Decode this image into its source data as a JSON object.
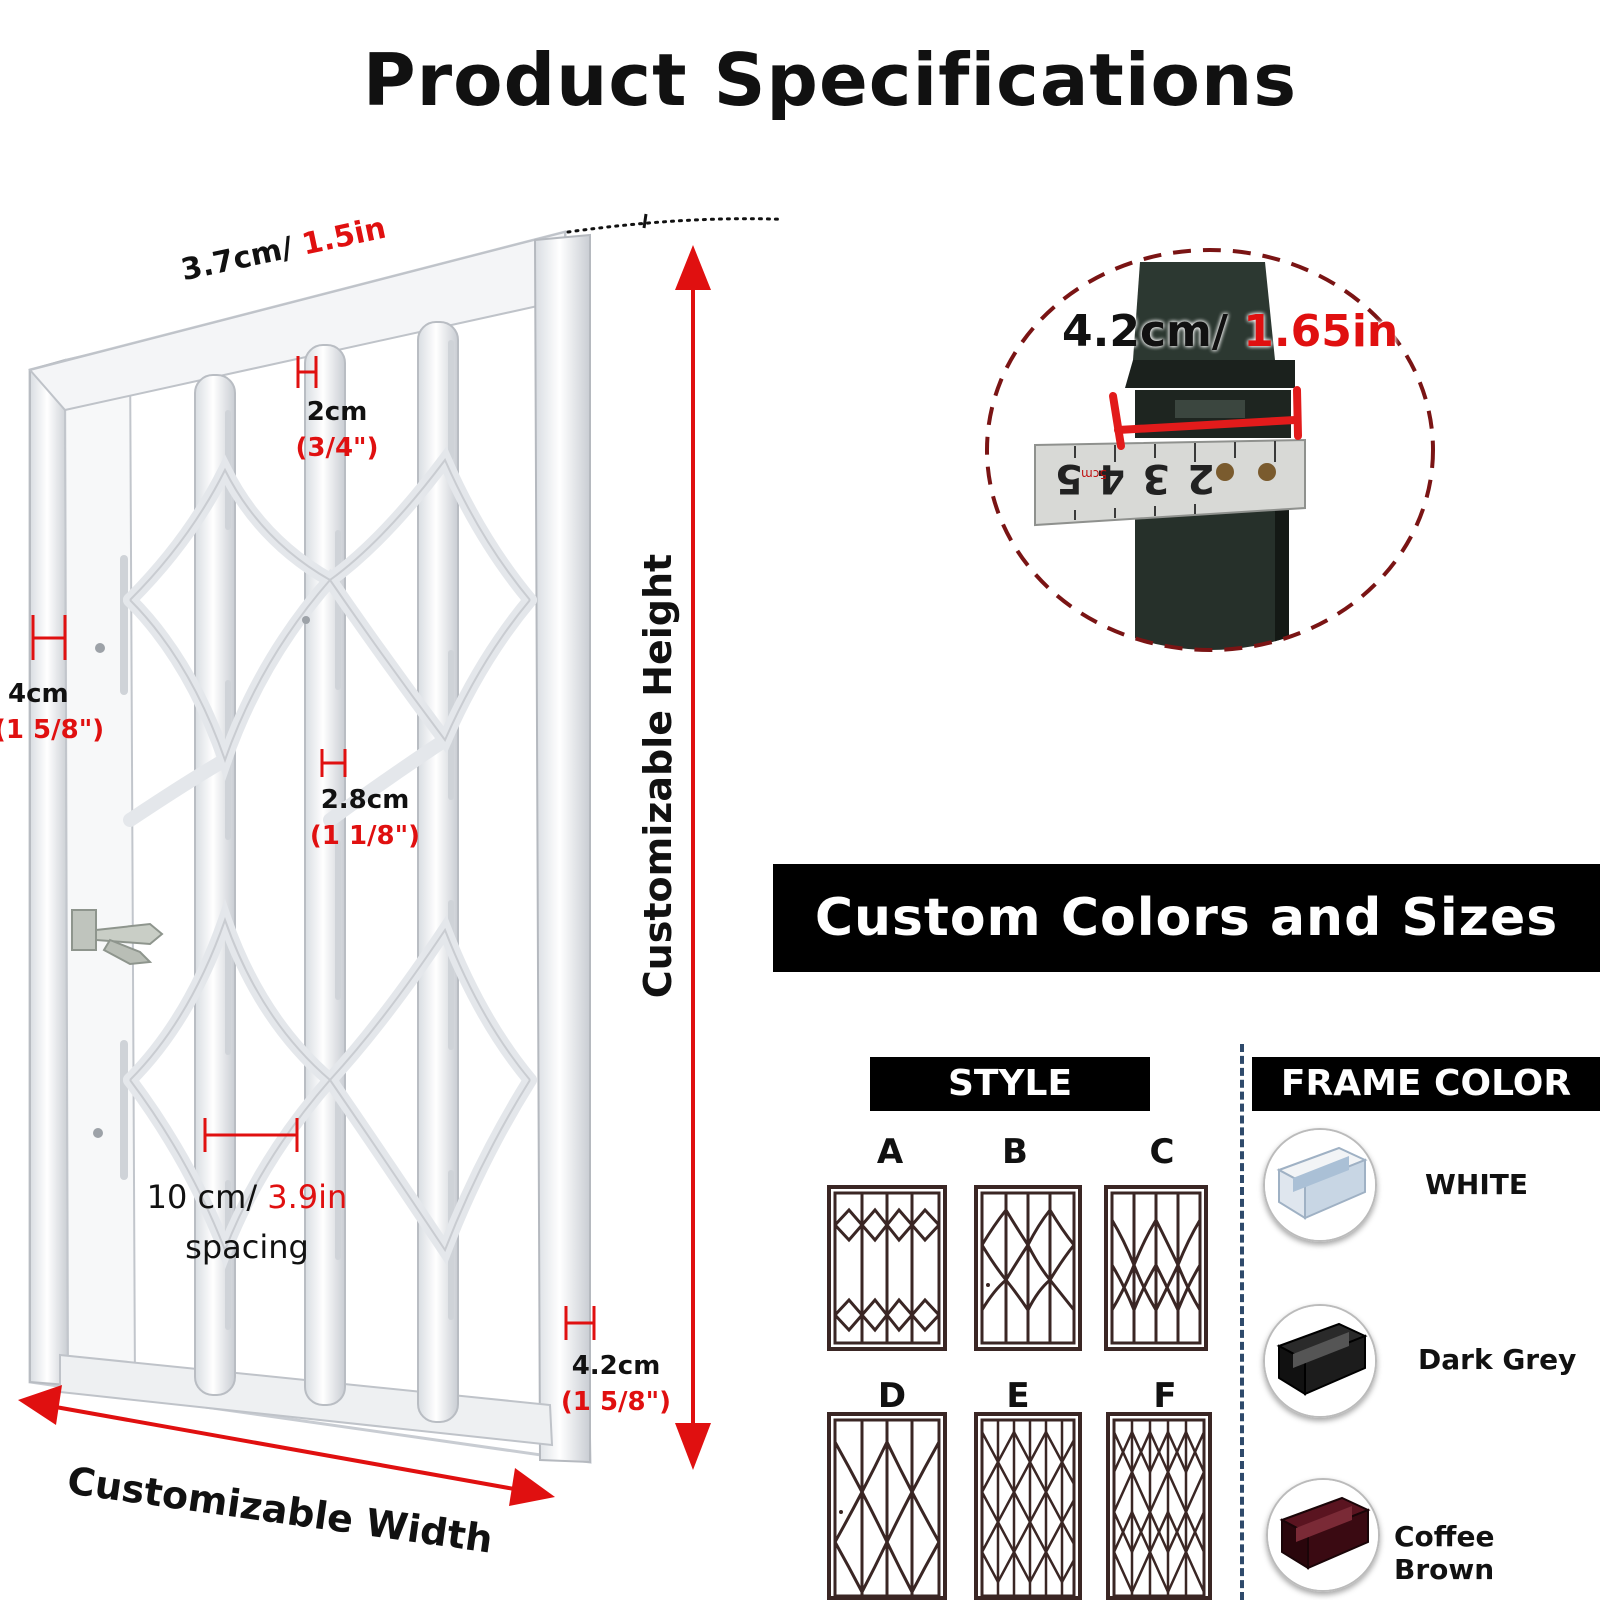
{
  "title": "Product Specifications",
  "measurements": {
    "top_rail": {
      "metric": "3.7cm/ ",
      "imperial": "1.5in"
    },
    "bar_gap": {
      "metric": "2cm",
      "imperial": "(3/4\")"
    },
    "side_frame": {
      "metric": "4cm",
      "imperial": "(1 5/8\")"
    },
    "middle_bar": {
      "metric": "2.8cm",
      "imperial": "(1 1/8\")"
    },
    "spacing": {
      "metric": "10 cm/ ",
      "imperial": "3.9in",
      "note": "spacing"
    },
    "bottom_frame": {
      "metric": "4.2cm",
      "imperial": "(1 5/8\")"
    },
    "profile_zoom": {
      "metric": "4.2cm/ ",
      "imperial": "1.65in"
    }
  },
  "height_label": "Customizable Height",
  "width_label": "Customizable Width",
  "tape": {
    "n5": "5",
    "n4": "4",
    "n3": "3",
    "n2": "2",
    "cm": "5cm"
  },
  "custom_banner": "Custom Colors and Sizes",
  "style_header": "STYLE",
  "styles": [
    "A",
    "B",
    "C",
    "D",
    "E",
    "F"
  ],
  "frame_color_header": "FRAME COLOR",
  "frame_colors": [
    {
      "name": "WHITE",
      "color": "#f2f4f6"
    },
    {
      "name": "Dark Grey",
      "color": "#111111"
    },
    {
      "name": "Coffee Brown",
      "color": "#3a0a12"
    }
  ],
  "colors": {
    "accent": "#e01010",
    "dashed_circle": "#7a1414",
    "style_frame": "#3a2624"
  }
}
